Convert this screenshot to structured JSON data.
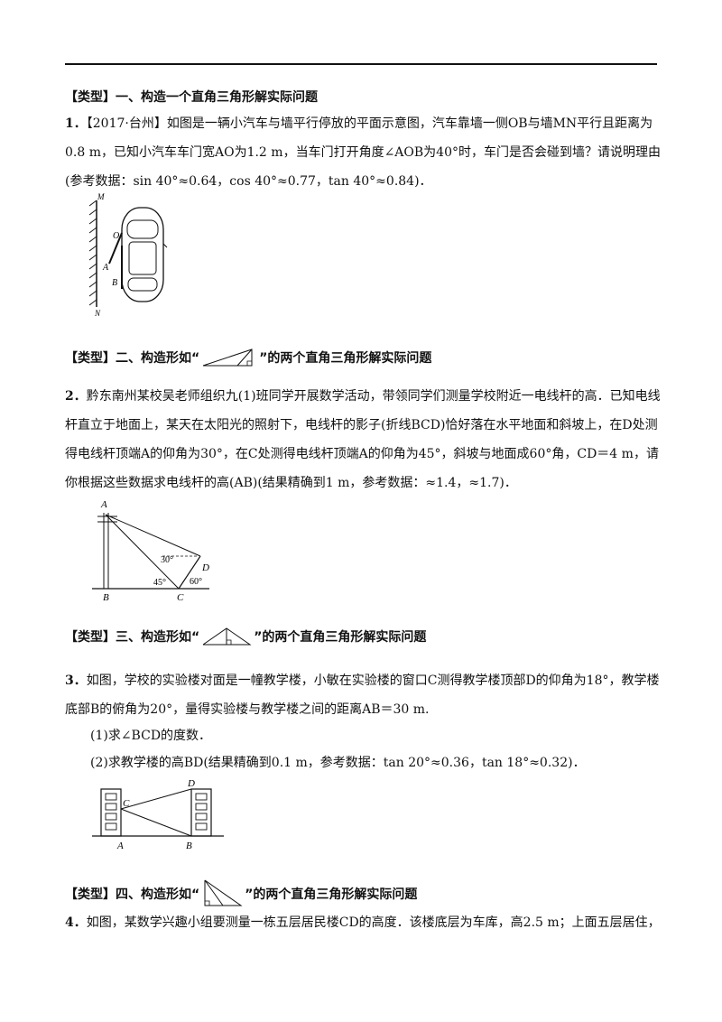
{
  "sections": [
    {
      "tag": "【类型】",
      "title_prefix": "一、构造一个直角三角形解实际问题",
      "title_suffix": ""
    },
    {
      "tag": "【类型】",
      "title_prefix": "二、构造形如“",
      "title_suffix": "”的两个直角三角形解实际问题"
    },
    {
      "tag": "【类型】",
      "title_prefix": "三、构造形如“",
      "title_suffix": "”的两个直角三角形解实际问题"
    },
    {
      "tag": "【类型】",
      "title_prefix": "四、构造形如“",
      "title_suffix": "”的两个直角三角形解实际问题"
    }
  ],
  "problems": [
    {
      "number": "1．",
      "text": "【2017·台州】如图是一辆小汽车与墙平行停放的平面示意图，汽车靠墙一侧OB与墙MN平行且距离为0.8 m，已知小汽车车门宽AO为1.2 m，当车门打开角度∠AOB为40°时，车门是否会碰到墙？请说明理由(参考数据：sin 40°≈0.64，cos 40°≈0.77，tan 40°≈0.84)．",
      "figure_labels": {
        "M": "M",
        "N": "N",
        "O": "O",
        "A": "A",
        "B": "B"
      }
    },
    {
      "number": "2．",
      "text": "黔东南州某校吴老师组织九(1)班同学开展数学活动，带领同学们测量学校附近一电线杆的高．已知电线杆直立于地面上，某天在太阳光的照射下，电线杆的影子(折线BCD)恰好落在水平地面和斜坡上，在D处测得电线杆顶端A的仰角为30°，在C处测得电线杆顶端A的仰角为45°，斜坡与地面成60°角，CD＝4 m，请你根据这些数据求电线杆的高(AB)(结果精确到1 m，参考数据：≈1.4，≈1.7)．",
      "figure_labels": {
        "A": "A",
        "B": "B",
        "C": "C",
        "D": "D",
        "a30": "30°",
        "a45": "45°",
        "a60": "60°"
      }
    },
    {
      "number": "3．",
      "text": "如图，学校的实验楼对面是一幢教学楼，小敏在实验楼的窗口C测得教学楼顶部D的仰角为18°，教学楼底部B的俯角为20°，量得实验楼与教学楼之间的距离AB＝30 m.",
      "sub1": "(1)求∠BCD的度数．",
      "sub2": "(2)求教学楼的高BD(结果精确到0.1 m，参考数据：tan 20°≈0.36，tan 18°≈0.32)．",
      "figure_labels": {
        "A": "A",
        "B": "B",
        "C": "C",
        "D": "D"
      }
    },
    {
      "number": "4．",
      "text": "如图，某数学兴趣小组要测量一栋五层居民楼CD的高度．该楼底层为车库，高2.5 m；上面五层居住，"
    }
  ]
}
